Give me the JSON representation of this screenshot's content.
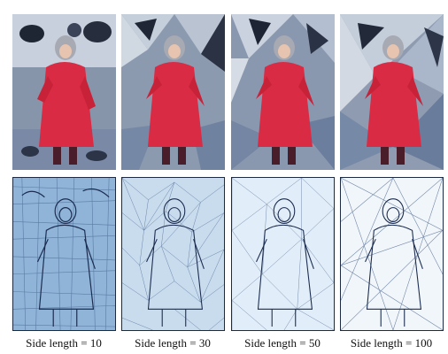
{
  "captions": [
    "Side length = 10",
    "Side length = 30",
    "Side length = 50",
    "Side length = 100"
  ],
  "colors": {
    "coat_red": "#d92b43",
    "hood_gray": "#a7a9b3",
    "sky_pale": "#c9d3df",
    "ground_blue": "#7f93b0",
    "mesh_blue": "#2e4a78",
    "sketch_fill_dense": "#8fb4d8",
    "sketch_fill_light": "#eaf3fb"
  }
}
